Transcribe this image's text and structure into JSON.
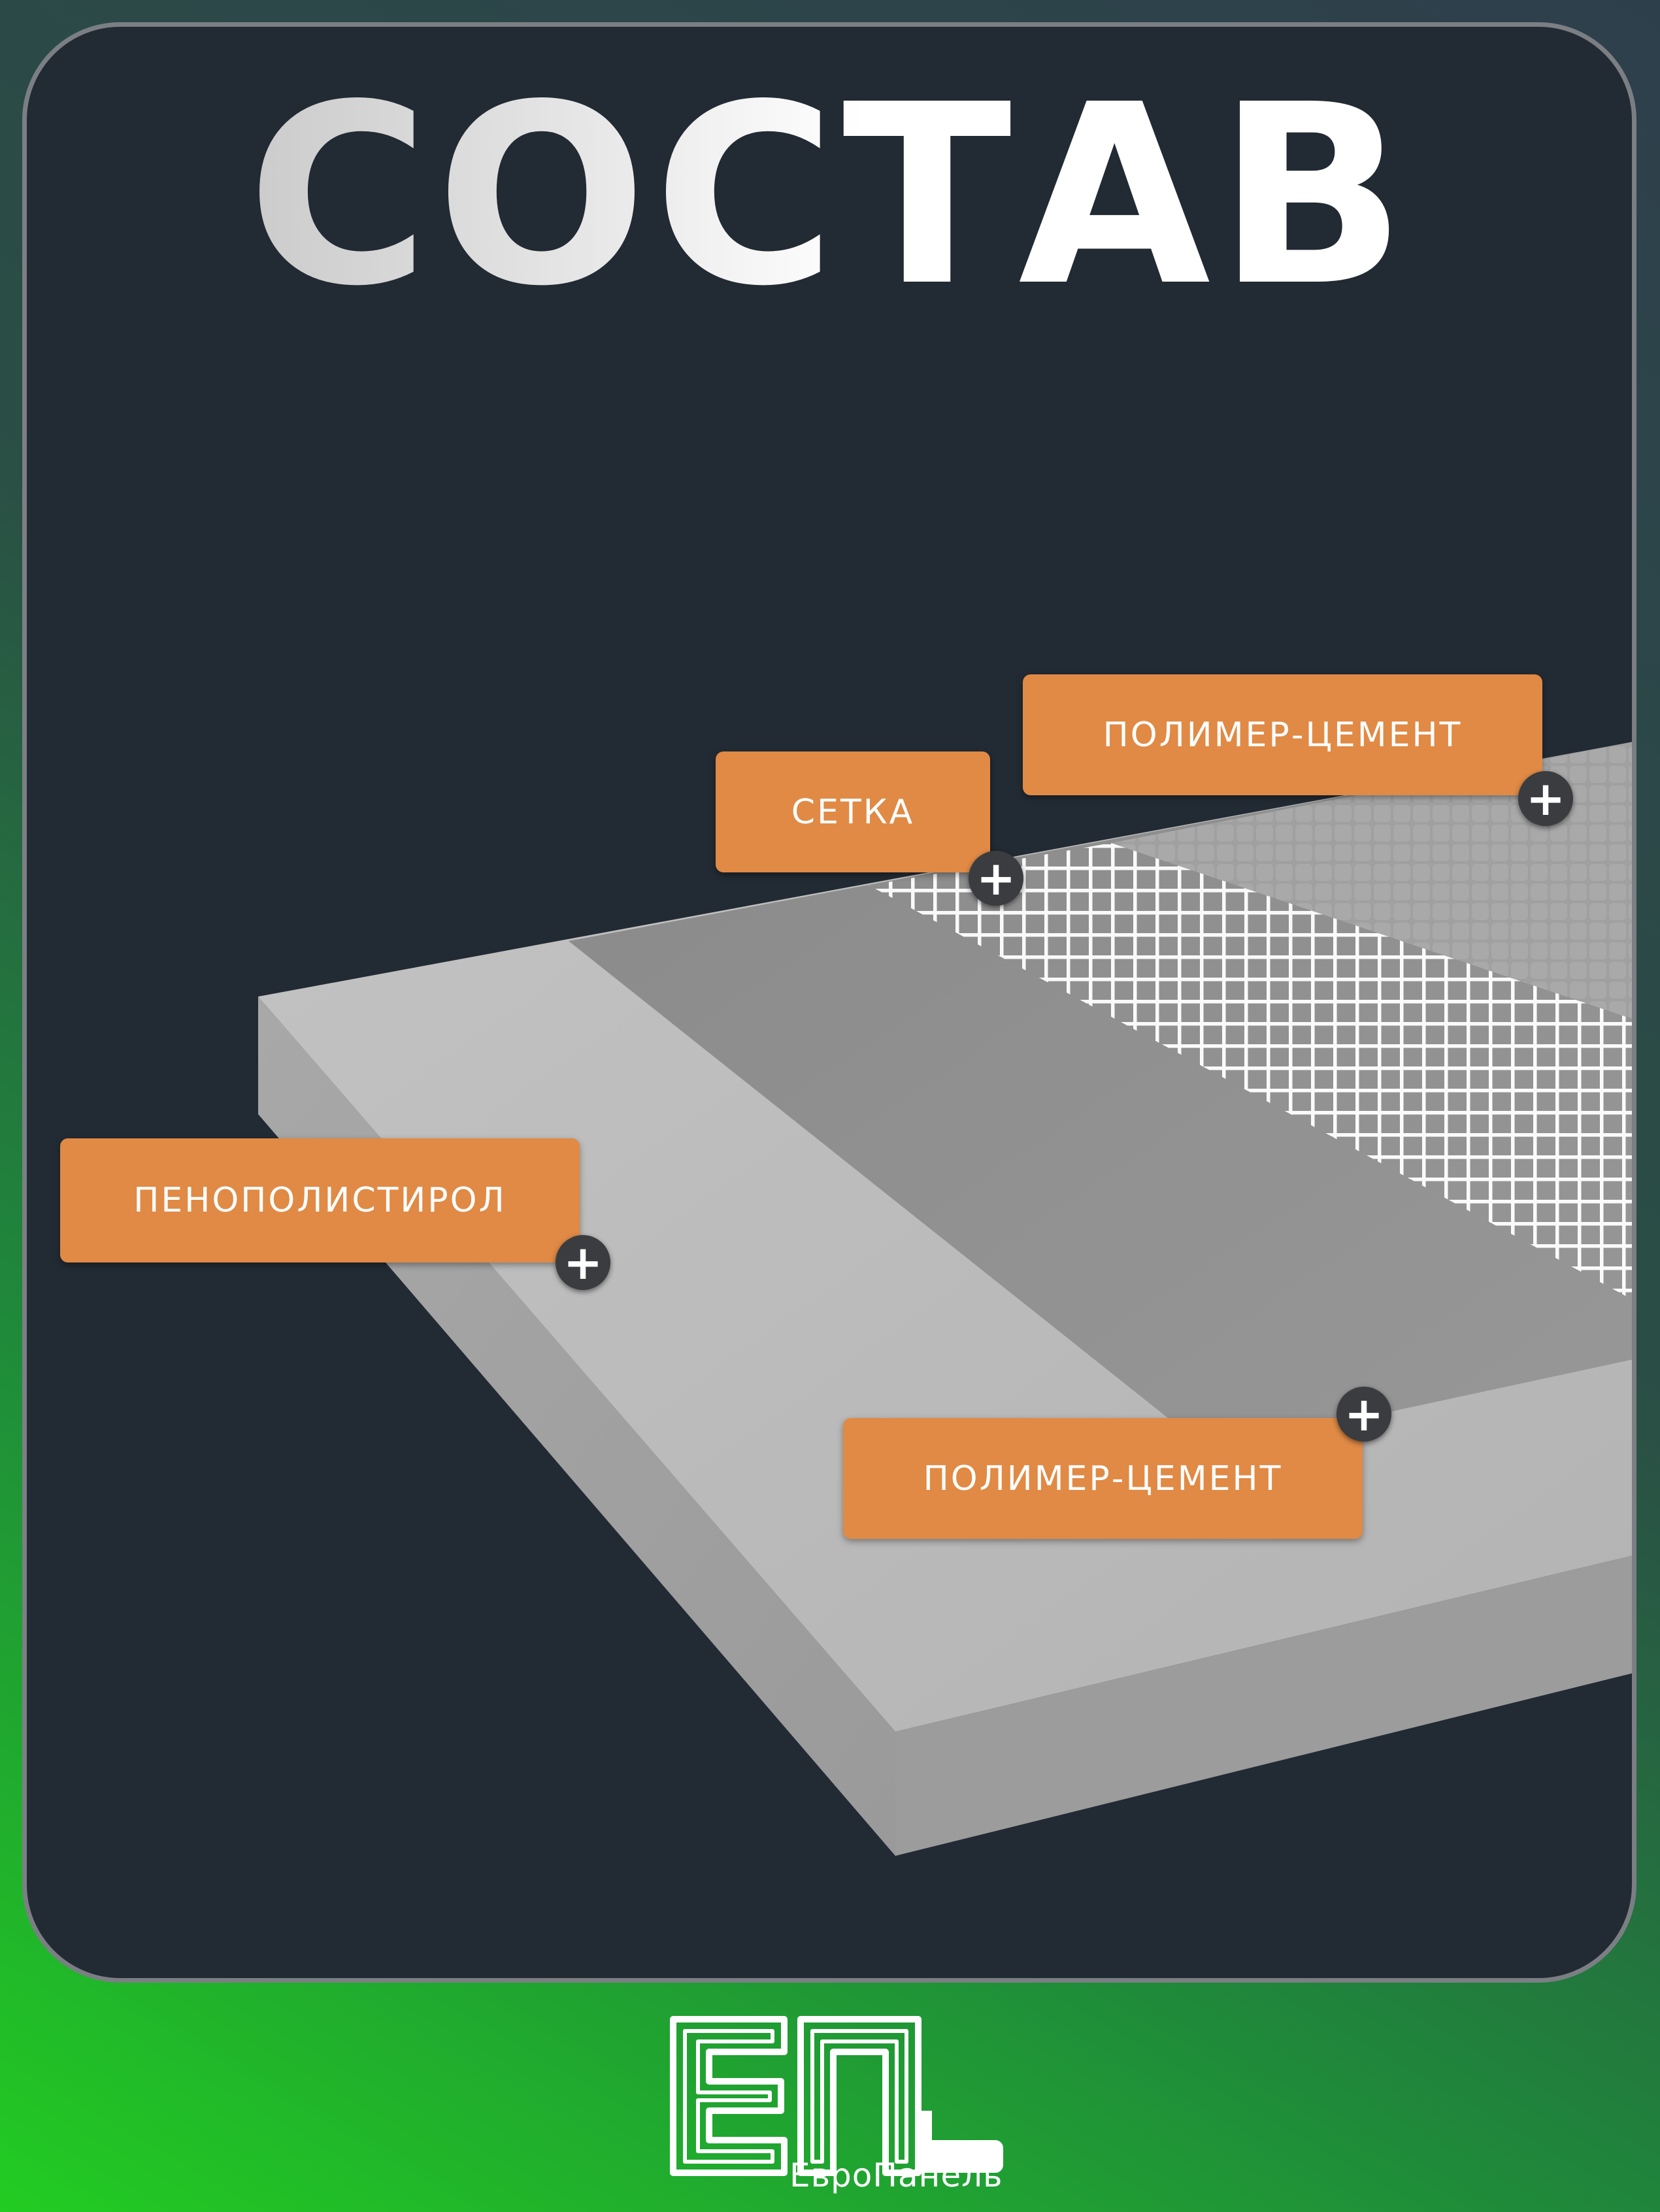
{
  "title": "СОСТАВ",
  "labels": {
    "foam": "ПЕНОПОЛИСТИРОЛ",
    "mesh": "СЕТКА",
    "cement_top": "ПОЛИМЕР-ЦЕМЕНТ",
    "cement_bottom": "ПОЛИМЕР-ЦЕМЕНТ"
  },
  "logo": {
    "name": "ЕвроПанель"
  },
  "icons": {
    "hotspot": "plus-icon"
  },
  "colors": {
    "frame_bg": "#222a33",
    "label_bg": "#e08a45",
    "foam": "#bcbcbc",
    "cement": "#8f8f8f",
    "mesh": "#ffffff"
  }
}
